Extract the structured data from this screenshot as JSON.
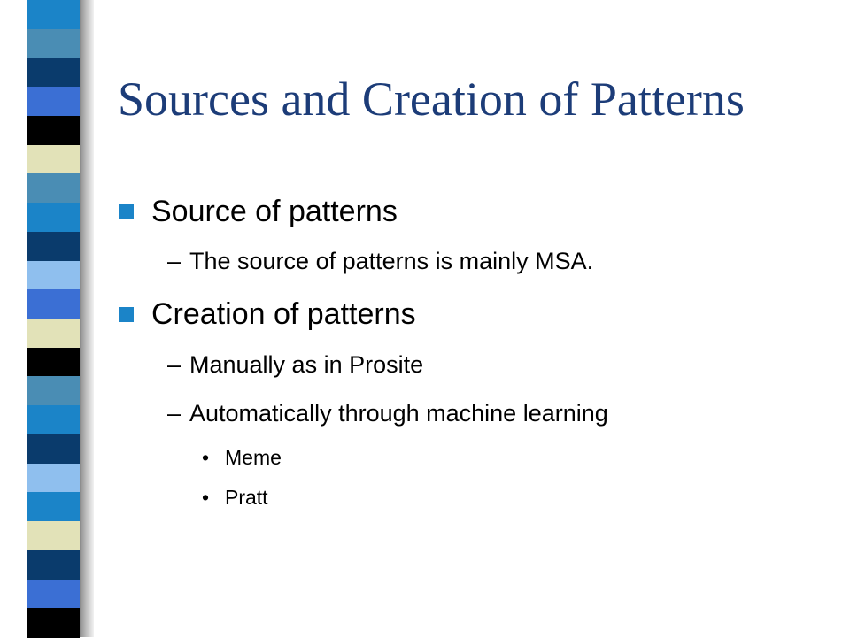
{
  "slide": {
    "title": "Sources and Creation of Patterns",
    "colors": {
      "title": "#1c3c78",
      "bullet_square": "#1b84c8"
    },
    "items": [
      {
        "text": "Source of patterns"
      },
      {
        "dash": "–",
        "text": "The source of patterns is mainly MSA."
      },
      {
        "text": "Creation of patterns"
      },
      {
        "dash": "–",
        "text": "Manually as in Prosite"
      },
      {
        "dash": "–",
        "text": "Automatically through machine learning"
      },
      {
        "dot": "•",
        "text": "Meme"
      },
      {
        "dot": "•",
        "text": "Pratt"
      }
    ]
  },
  "decoration": {
    "stripe_colors": [
      "#1b84c8",
      "#4a8db4",
      "#0a3b6c",
      "#3b6fd4",
      "#000000",
      "#e2e2b8",
      "#4a8db4",
      "#1b84c8",
      "#0a3b6c",
      "#8fbfee",
      "#3b6fd4",
      "#e2e2b8",
      "#000000",
      "#4a8db4",
      "#1b84c8",
      "#0a3b6c",
      "#8fbfee",
      "#1b84c8",
      "#e2e2b8",
      "#0a3b6c",
      "#3b6fd4",
      "#000000"
    ]
  }
}
